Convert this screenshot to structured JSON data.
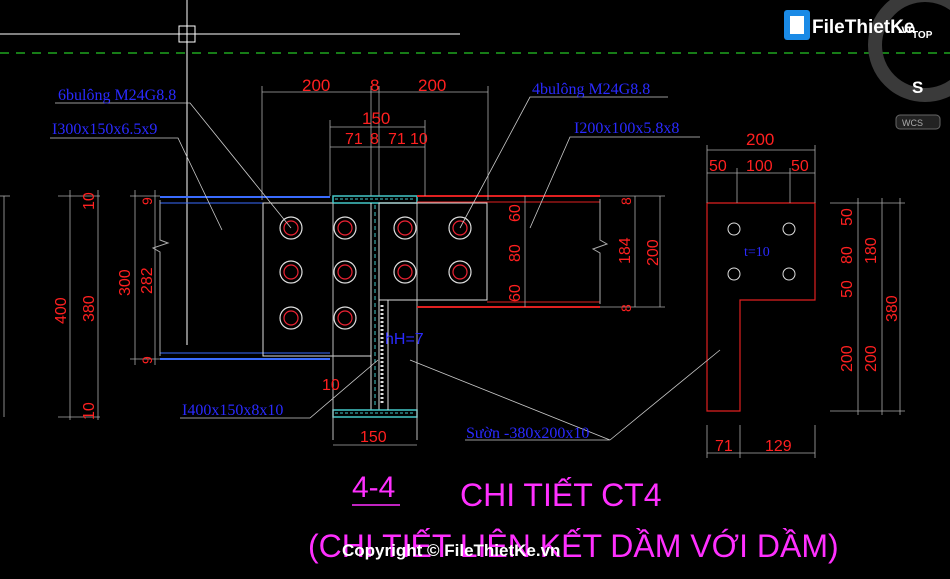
{
  "watermark": {
    "brand": "FileThietKe",
    "domain": ".vn",
    "copyright": "Copyright © FileThietKe.vn"
  },
  "viewcube": {
    "top_label": "TOP",
    "south_label": "S",
    "wcs_label": "WCS"
  },
  "labels": {
    "bolts_left": "6bulông M24G8.8",
    "beam_left": "I300x150x6.5x9",
    "bolts_right": "4bulông M24G8.8",
    "beam_right": "I200x100x5.8x8",
    "beam_main": "I400x150x8x10",
    "stiffener": "Sườn -380x200x10",
    "weld_height": "hH=7",
    "plate_thickness": "t=10"
  },
  "dims": {
    "top_200_left": "200",
    "top_8": "8",
    "top_200_right": "200",
    "mid_150": "150",
    "mid_71_left": "71",
    "mid_8": "8",
    "mid_71_right": "71",
    "mid_10": "10",
    "left_10_top": "10",
    "left_400": "400",
    "left_380": "380",
    "left_10_bottom": "10",
    "left_300": "300",
    "left_282": "282",
    "left_9_top": "9",
    "left_9_bottom": "9",
    "web_10": "10",
    "bottom_150": "150",
    "right_8_top": "8",
    "right_8_bottom": "8",
    "right_60_top": "60",
    "right_80": "80",
    "right_60_bottom": "60",
    "right_184": "184",
    "right_200": "200",
    "det_200": "200",
    "det_50_left": "50",
    "det_100": "100",
    "det_50_right": "50",
    "det_v50_top": "50",
    "det_v80": "80",
    "det_v50_bottom": "50",
    "det_180": "180",
    "det_v200": "200",
    "det_v200_outer": "200",
    "det_380": "380",
    "det_71": "71",
    "det_129": "129"
  },
  "titles": {
    "section": "4-4",
    "detail": "CHI TIẾT CT4",
    "subtitle": "(CHI TIẾT LIÊN KẾT DẦM VỚI DẦM)"
  }
}
